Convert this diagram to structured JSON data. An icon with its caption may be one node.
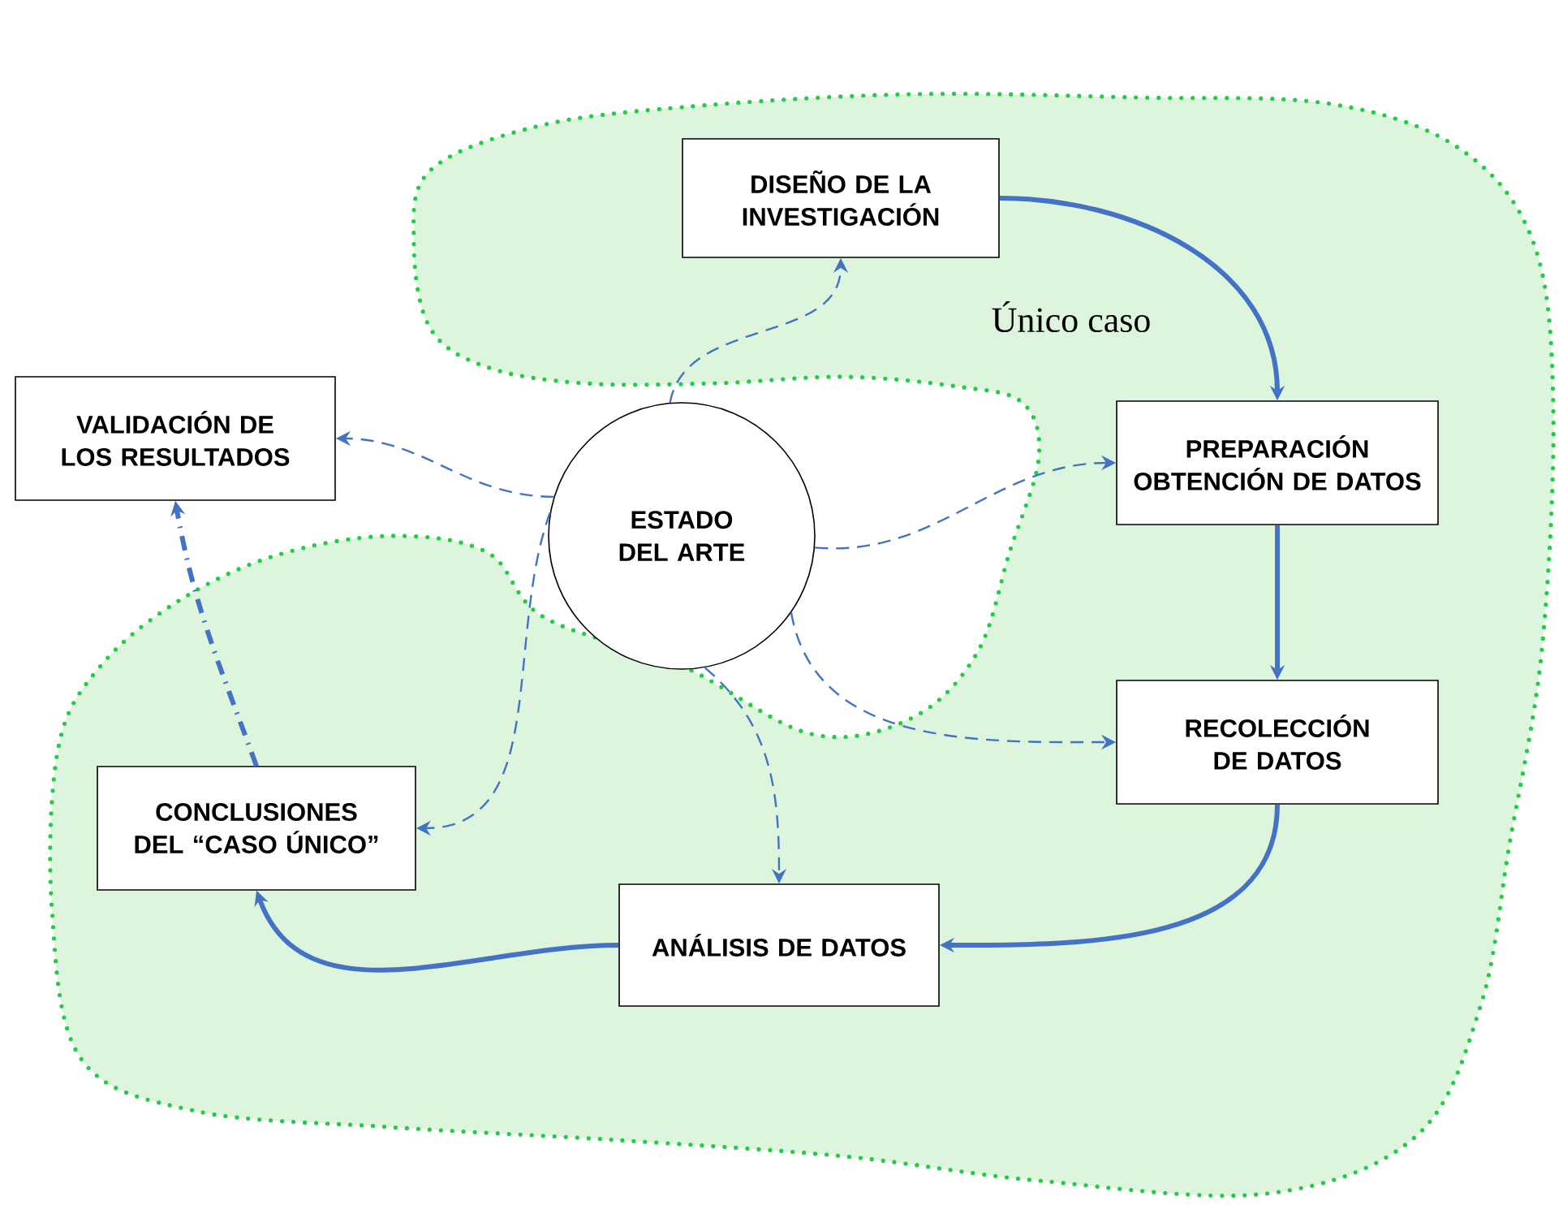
{
  "diagram": {
    "nodes": [
      {
        "text": [
          "DISEÑO DE LA INVESTIGACIÓN"
        ]
      },
      {
        "text": [
          "PREPARACIÓN OBTENCIÓN DE DATOS"
        ]
      },
      {
        "text": [
          "RECOLECCIÓN DE DATOS"
        ]
      },
      {
        "text": [
          "ANÁLISIS DE DATOS"
        ]
      },
      {
        "text": [
          "CONCLUSIONES DEL “CASO ÚNICO”"
        ]
      },
      {
        "text": [
          "VALIDACIÓN DE LOS RESULTADOS"
        ]
      },
      {
        "text": [
          "ESTADO DEL ARTE"
        ]
      }
    ],
    "edges": [
      {
        "from": 0,
        "to": 1,
        "arrow": "to",
        "style": "thick"
      },
      {
        "from": 1,
        "to": 2,
        "arrow": "to",
        "style": "thick"
      },
      {
        "from": 2,
        "to": 3,
        "arrow": "to",
        "style": "thick"
      },
      {
        "from": 3,
        "to": 4,
        "arrow": "to",
        "style": "thick"
      },
      {
        "from": 4,
        "to": 5,
        "arrow": "to",
        "style": "dashed"
      },
      {
        "from": 6,
        "to": 0,
        "arrow": "to",
        "style": "dashed"
      },
      {
        "from": 6,
        "to": 5,
        "arrow": "to",
        "style": "dashed"
      },
      {
        "from": 6,
        "to": 1,
        "arrow": "to",
        "style": "dashed"
      },
      {
        "from": 6,
        "to": 2,
        "arrow": "to",
        "style": "dashed"
      },
      {
        "from": 6,
        "to": 3,
        "arrow": "to",
        "style": "dashed"
      },
      {
        "from": 6,
        "to": 4,
        "arrow": "to",
        "style": "dashed"
      }
    ],
    "labels": [
      "Único caso"
    ]
  }
}
